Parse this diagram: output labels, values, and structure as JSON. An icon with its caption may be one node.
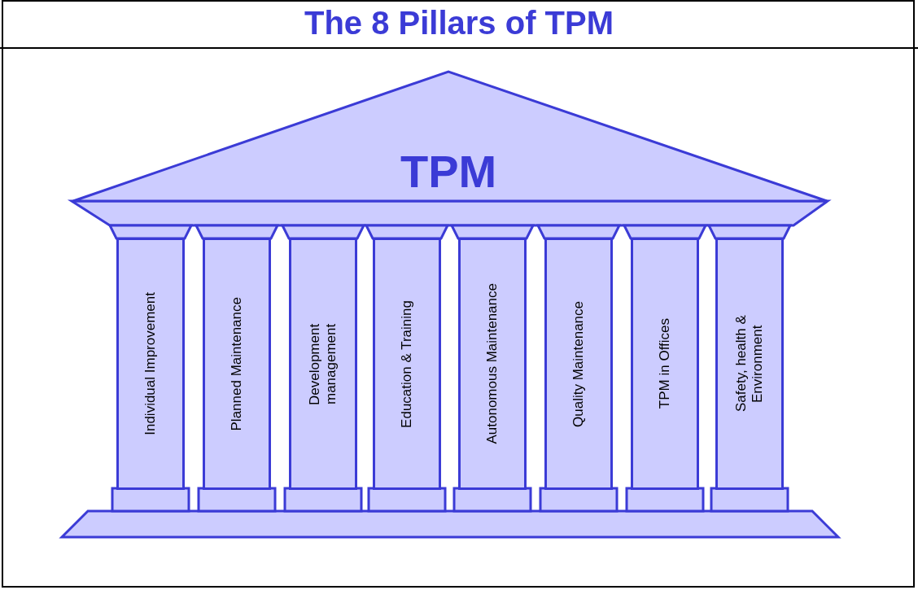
{
  "diagram": {
    "title": "The 8 Pillars of TPM",
    "nodes": [
      {
        "text": [
          "TPM"
        ]
      },
      {
        "text": [
          "Individual Improvement"
        ]
      },
      {
        "text": [
          "Planned Maintenance"
        ]
      },
      {
        "text": [
          "Development management"
        ]
      },
      {
        "text": [
          "Education & Training"
        ]
      },
      {
        "text": [
          "Autonomous Maintenance"
        ]
      },
      {
        "text": [
          "Quality Maintenance"
        ]
      },
      {
        "text": [
          "TPM in Offices"
        ]
      },
      {
        "text": [
          "Safety, health & Environment"
        ]
      }
    ]
  }
}
